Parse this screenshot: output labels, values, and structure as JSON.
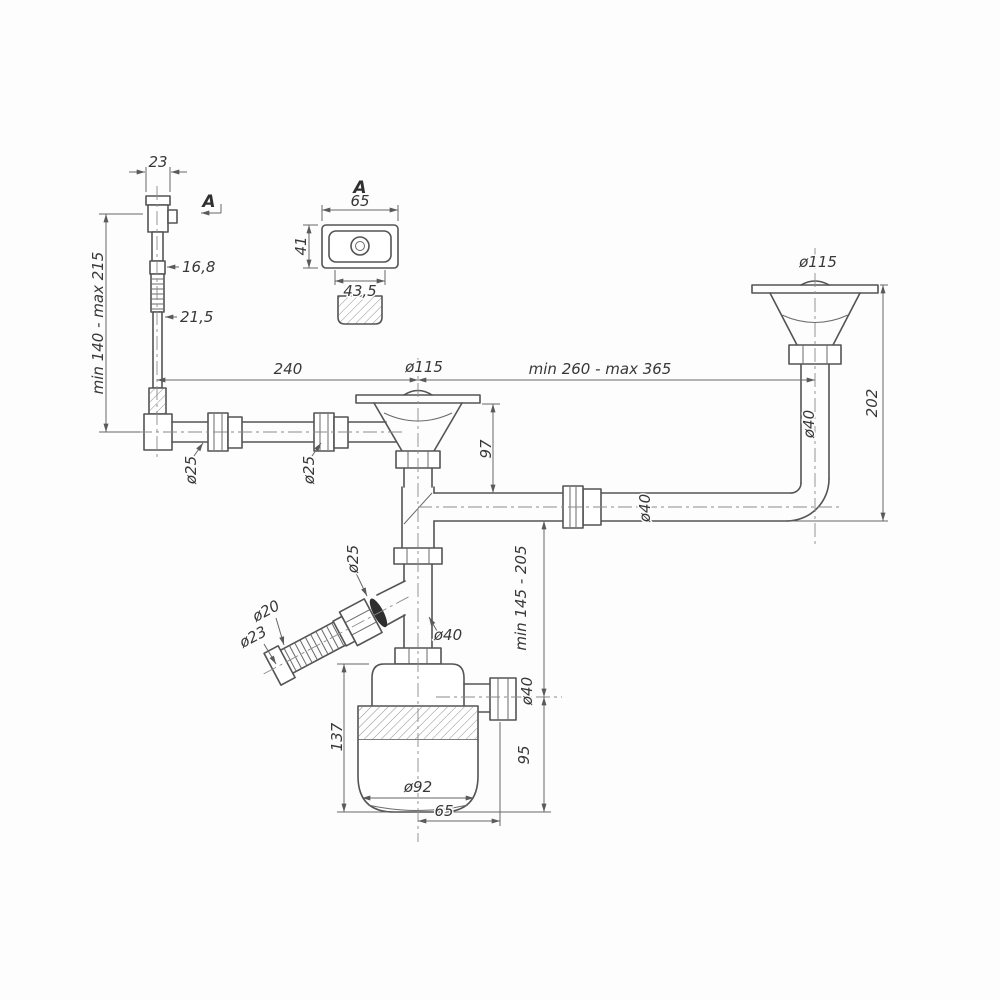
{
  "colors": {
    "line": "#545454",
    "dimension": "#666666",
    "text": "#383838",
    "background": "#fdfdfd",
    "seal_ring": "#2e2e2e"
  },
  "labels": {
    "section_cut": "A",
    "section_view": "A",
    "spout_width": "23",
    "spout_dia_upper": "16,8",
    "spout_dia_lower": "21,5",
    "spout_height": "min 140 - max 215",
    "head_width": "65",
    "head_height": "41",
    "head_inner_width": "43,5",
    "left_span": "240",
    "center_flange_dia": "ø115",
    "right_span": "min 260 - max 365",
    "right_flange_dia": "ø115",
    "right_drop": "202",
    "right_pipe_dia": "ø40",
    "left_pipe_dia_a": "ø25",
    "left_pipe_dia_b": "ø25",
    "flange_to_branch": "97",
    "branch_pipe_dia": "ø40",
    "hose_union_dia": "ø25",
    "hose_bore_dia": "ø20",
    "hose_outer_dia": "ø23",
    "body_pipe_dia": "ø40",
    "inlet_outlet_range": "min 145 - 205",
    "outlet_dia": "ø40",
    "trap_height": "137",
    "outlet_to_base": "95",
    "cup_dia": "ø92",
    "axis_to_outlet": "65"
  }
}
